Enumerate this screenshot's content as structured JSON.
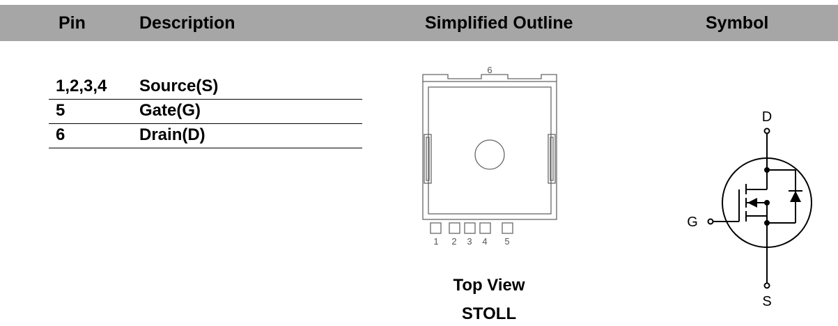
{
  "header": {
    "pin": "Pin",
    "description": "Description",
    "outline": "Simplified Outline",
    "symbol": "Symbol"
  },
  "pins": [
    {
      "pin": "1,2,3,4",
      "description": "Source(S)"
    },
    {
      "pin": "5",
      "description": "Gate(G)"
    },
    {
      "pin": "6",
      "description": "Drain(D)"
    }
  ],
  "outline": {
    "top_pin_label": "6",
    "bottom_pin_labels": [
      "1",
      "2",
      "3",
      "4",
      "5"
    ],
    "caption_view": "Top View",
    "caption_package": "STOLL"
  },
  "symbol": {
    "drain": "D",
    "gate": "G",
    "source": "S"
  }
}
